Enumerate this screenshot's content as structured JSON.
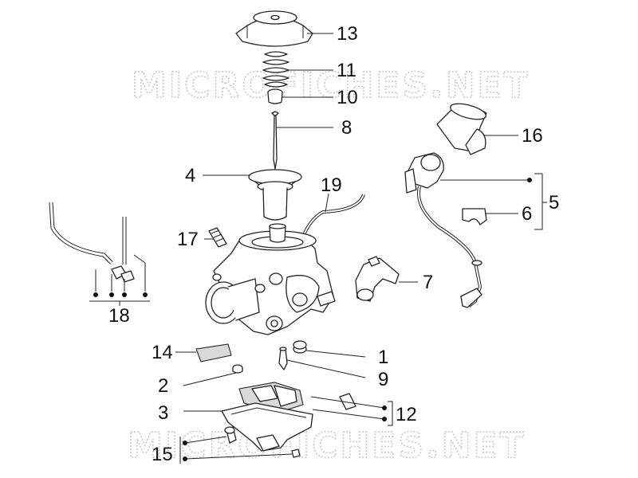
{
  "watermark": {
    "top": "MICROFICHES.NET",
    "bottom": "MICROFICHES.NET"
  },
  "callouts": {
    "n1": "1",
    "n2": "2",
    "n3": "3",
    "n4": "4",
    "n5": "5",
    "n6": "6",
    "n7": "7",
    "n8": "8",
    "n9": "9",
    "n10": "10",
    "n11": "11",
    "n12": "12",
    "n13": "13",
    "n14": "14",
    "n15": "15",
    "n16": "16",
    "n17": "17",
    "n18": "18",
    "n19": "19"
  },
  "colors": {
    "ink": "#222222",
    "watermark": "#c9c9c9",
    "shade": "#d9d9d9"
  }
}
